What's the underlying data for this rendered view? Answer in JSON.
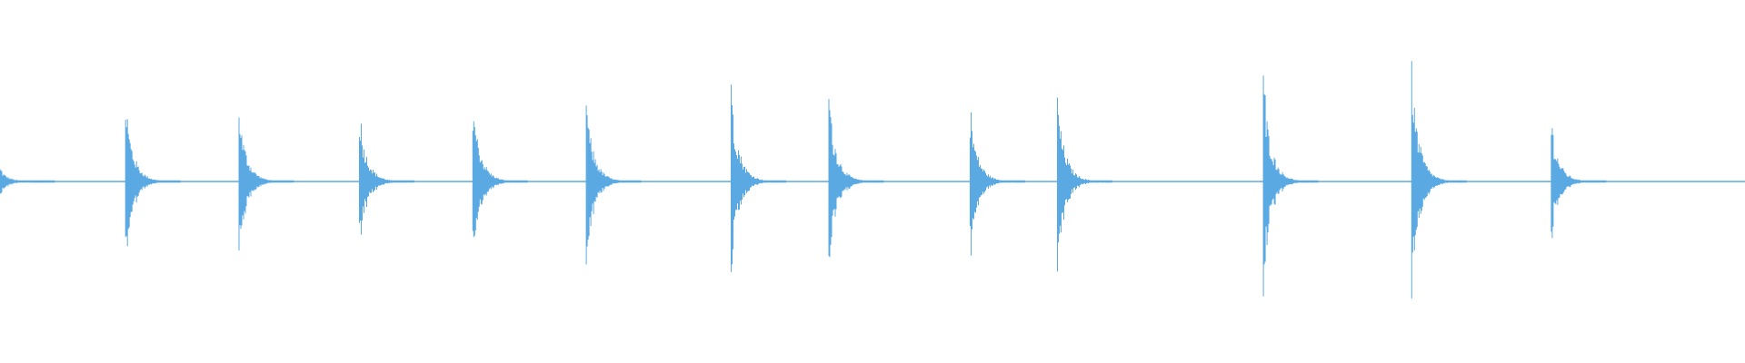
{
  "waveform": {
    "color": "#5ba9e3",
    "transients": [
      {
        "time": 0.0,
        "amplitude": 0.07
      },
      {
        "time": 0.072,
        "amplitude": 0.43
      },
      {
        "time": 0.137,
        "amplitude": 0.39
      },
      {
        "time": 0.206,
        "amplitude": 0.36
      },
      {
        "time": 0.271,
        "amplitude": 0.44
      },
      {
        "time": 0.336,
        "amplitude": 0.42
      },
      {
        "time": 0.419,
        "amplitude": 0.49
      },
      {
        "time": 0.475,
        "amplitude": 0.46
      },
      {
        "time": 0.556,
        "amplitude": 0.38
      },
      {
        "time": 0.606,
        "amplitude": 0.44
      },
      {
        "time": 0.724,
        "amplitude": 0.54
      },
      {
        "time": 0.809,
        "amplitude": 0.58
      },
      {
        "time": 0.889,
        "amplitude": 0.31
      }
    ]
  }
}
